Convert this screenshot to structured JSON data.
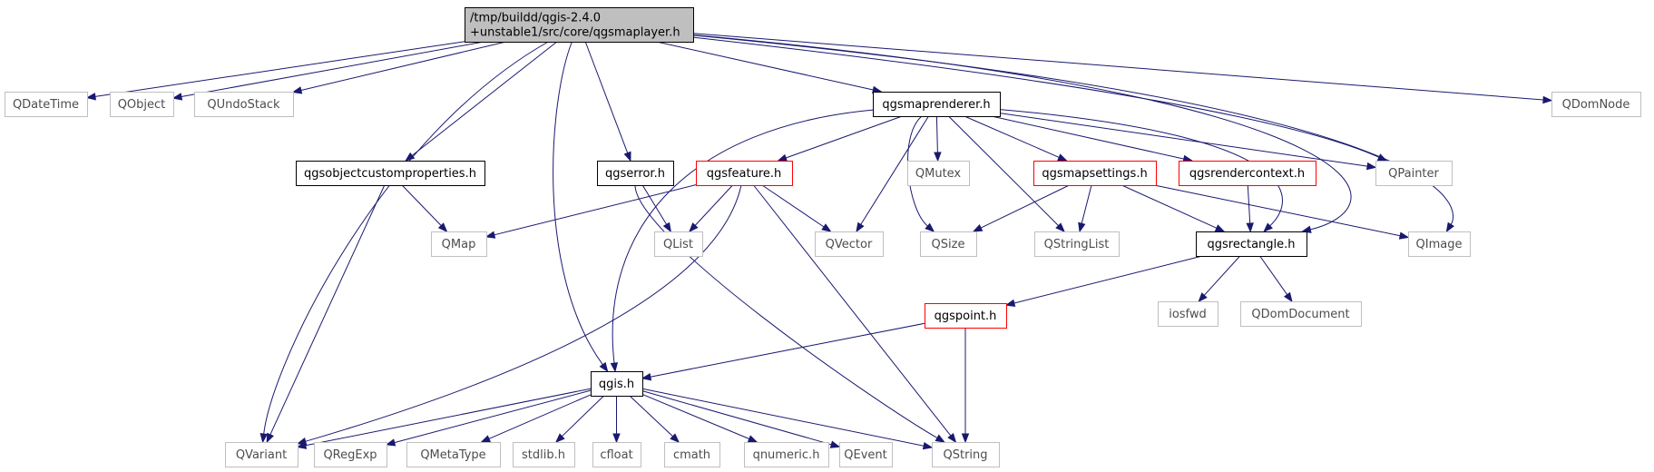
{
  "diagram": {
    "colors": {
      "edge": "#191970",
      "root_fill": "#bfbfbf",
      "black_border": "#000000",
      "red_border": "#ff0000",
      "grey_border": "#bfbfbf",
      "grey_text": "#4d4d4d"
    },
    "nodes": [
      {
        "id": "root",
        "lines": [
          "/tmp/buildd/qgis-2.4.0",
          "+unstable1/src/core/qgsmaplayer.h"
        ],
        "style": "root"
      },
      {
        "id": "qdatetime",
        "lines": [
          "QDateTime"
        ],
        "style": "grey"
      },
      {
        "id": "qobject",
        "lines": [
          "QObject"
        ],
        "style": "grey"
      },
      {
        "id": "qundostack",
        "lines": [
          "QUndoStack"
        ],
        "style": "grey"
      },
      {
        "id": "qdomnode",
        "lines": [
          "QDomNode"
        ],
        "style": "grey"
      },
      {
        "id": "qgsmaprenderer",
        "lines": [
          "qgsmaprenderer.h"
        ],
        "style": "black"
      },
      {
        "id": "qgsobjectcustomproperties",
        "lines": [
          "qgsobjectcustomproperties.h"
        ],
        "style": "black"
      },
      {
        "id": "qgserror",
        "lines": [
          "qgserror.h"
        ],
        "style": "black"
      },
      {
        "id": "qgsfeature",
        "lines": [
          "qgsfeature.h"
        ],
        "style": "red"
      },
      {
        "id": "qmutex",
        "lines": [
          "QMutex"
        ],
        "style": "grey"
      },
      {
        "id": "qgsmapsettings",
        "lines": [
          "qgsmapsettings.h"
        ],
        "style": "red"
      },
      {
        "id": "qgsrendercontext",
        "lines": [
          "qgsrendercontext.h"
        ],
        "style": "red"
      },
      {
        "id": "qpainter",
        "lines": [
          "QPainter"
        ],
        "style": "grey"
      },
      {
        "id": "qmap",
        "lines": [
          "QMap"
        ],
        "style": "grey"
      },
      {
        "id": "qlist",
        "lines": [
          "QList"
        ],
        "style": "grey"
      },
      {
        "id": "qvector",
        "lines": [
          "QVector"
        ],
        "style": "grey"
      },
      {
        "id": "qsize",
        "lines": [
          "QSize"
        ],
        "style": "grey"
      },
      {
        "id": "qstringlist",
        "lines": [
          "QStringList"
        ],
        "style": "grey"
      },
      {
        "id": "qgsrectangle",
        "lines": [
          "qgsrectangle.h"
        ],
        "style": "black"
      },
      {
        "id": "qimage",
        "lines": [
          "QImage"
        ],
        "style": "grey"
      },
      {
        "id": "iosfwd",
        "lines": [
          "iosfwd"
        ],
        "style": "grey"
      },
      {
        "id": "qdomdocument",
        "lines": [
          "QDomDocument"
        ],
        "style": "grey"
      },
      {
        "id": "qgspoint",
        "lines": [
          "qgspoint.h"
        ],
        "style": "red"
      },
      {
        "id": "qgis",
        "lines": [
          "qgis.h"
        ],
        "style": "black"
      },
      {
        "id": "qvariant",
        "lines": [
          "QVariant"
        ],
        "style": "grey"
      },
      {
        "id": "qregexp",
        "lines": [
          "QRegExp"
        ],
        "style": "grey"
      },
      {
        "id": "qmetatype",
        "lines": [
          "QMetaType"
        ],
        "style": "grey"
      },
      {
        "id": "stdlib",
        "lines": [
          "stdlib.h"
        ],
        "style": "grey"
      },
      {
        "id": "cfloat",
        "lines": [
          "cfloat"
        ],
        "style": "grey"
      },
      {
        "id": "cmath",
        "lines": [
          "cmath"
        ],
        "style": "grey"
      },
      {
        "id": "qnumeric",
        "lines": [
          "qnumeric.h"
        ],
        "style": "grey"
      },
      {
        "id": "qevent",
        "lines": [
          "QEvent"
        ],
        "style": "grey"
      },
      {
        "id": "qstring",
        "lines": [
          "QString"
        ],
        "style": "grey"
      }
    ],
    "edges": [
      {
        "from": "root",
        "to": "qdatetime"
      },
      {
        "from": "root",
        "to": "qobject"
      },
      {
        "from": "root",
        "to": "qundostack"
      },
      {
        "from": "root",
        "to": "qdomnode"
      },
      {
        "from": "root",
        "to": "qgsmaprenderer"
      },
      {
        "from": "root",
        "to": "qgsobjectcustomproperties"
      },
      {
        "from": "root",
        "to": "qgserror"
      },
      {
        "from": "root",
        "to": "qgis"
      },
      {
        "from": "root",
        "to": "qvariant"
      },
      {
        "from": "root",
        "to": "qpainter"
      },
      {
        "from": "root",
        "to": "qgsrectangle"
      },
      {
        "from": "root",
        "to": "qimage"
      },
      {
        "from": "qgsmaprenderer",
        "to": "qgsfeature"
      },
      {
        "from": "qgsmaprenderer",
        "to": "qmutex"
      },
      {
        "from": "qgsmaprenderer",
        "to": "qgsmapsettings"
      },
      {
        "from": "qgsmaprenderer",
        "to": "qgsrendercontext"
      },
      {
        "from": "qgsmaprenderer",
        "to": "qpainter"
      },
      {
        "from": "qgsmaprenderer",
        "to": "qvector"
      },
      {
        "from": "qgsmaprenderer",
        "to": "qsize"
      },
      {
        "from": "qgsmaprenderer",
        "to": "qstringlist"
      },
      {
        "from": "qgsmaprenderer",
        "to": "qgsrectangle"
      },
      {
        "from": "qgsmaprenderer",
        "to": "qgis"
      },
      {
        "from": "qgsobjectcustomproperties",
        "to": "qmap"
      },
      {
        "from": "qgsobjectcustomproperties",
        "to": "qvariant"
      },
      {
        "from": "qgserror",
        "to": "qlist"
      },
      {
        "from": "qgserror",
        "to": "qstring"
      },
      {
        "from": "qgsfeature",
        "to": "qmap"
      },
      {
        "from": "qgsfeature",
        "to": "qlist"
      },
      {
        "from": "qgsfeature",
        "to": "qvector"
      },
      {
        "from": "qgsfeature",
        "to": "qvariant"
      },
      {
        "from": "qgsfeature",
        "to": "qstring"
      },
      {
        "from": "qgsmapsettings",
        "to": "qsize"
      },
      {
        "from": "qgsmapsettings",
        "to": "qstringlist"
      },
      {
        "from": "qgsmapsettings",
        "to": "qgsrectangle"
      },
      {
        "from": "qgsmapsettings",
        "to": "qimage"
      },
      {
        "from": "qgsrendercontext",
        "to": "qgsrectangle"
      },
      {
        "from": "qgsrectangle",
        "to": "qgspoint"
      },
      {
        "from": "qgsrectangle",
        "to": "iosfwd"
      },
      {
        "from": "qgsrectangle",
        "to": "qdomdocument"
      },
      {
        "from": "qgspoint",
        "to": "qgis"
      },
      {
        "from": "qgspoint",
        "to": "qstring"
      },
      {
        "from": "qgis",
        "to": "qvariant"
      },
      {
        "from": "qgis",
        "to": "qregexp"
      },
      {
        "from": "qgis",
        "to": "qmetatype"
      },
      {
        "from": "qgis",
        "to": "stdlib"
      },
      {
        "from": "qgis",
        "to": "cfloat"
      },
      {
        "from": "qgis",
        "to": "cmath"
      },
      {
        "from": "qgis",
        "to": "qnumeric"
      },
      {
        "from": "qgis",
        "to": "qevent"
      },
      {
        "from": "qgis",
        "to": "qstring"
      }
    ]
  }
}
